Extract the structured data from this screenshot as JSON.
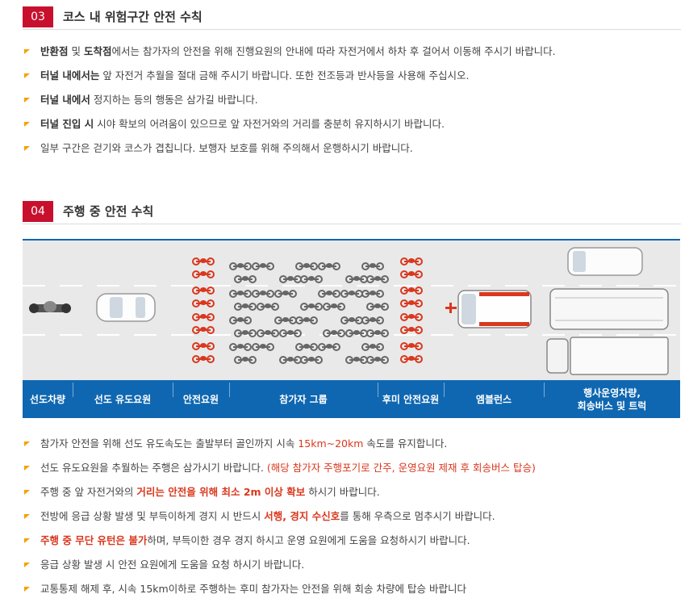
{
  "section3": {
    "number": "03",
    "title": "코스 내 위험구간 안전 수칙",
    "items": [
      {
        "bold": "반환점",
        "mid": " 및 ",
        "bold2": "도착점",
        "rest": "에서는 참가자의 안전을 위해 진행요원의 안내에 따라 자전거에서 하차 후 걸어서 이동해 주시기 바랍니다."
      },
      {
        "bold": "터널 내에서는",
        "rest": " 앞 자전거 추월을 절대 금해 주시기 바랍니다. 또한 전조등과 반사등을 사용해 주십시오."
      },
      {
        "bold": "터널 내에서",
        "rest": " 정지하는 등의 행동은 삼가길 바랍니다."
      },
      {
        "bold": "터널 진입 시",
        "rest": " 시야 확보의 어려움이 있으므로 앞 자전거와의 거리를 충분히 유지하시기 바랍니다."
      },
      {
        "plain": "일부 구간은 걷기와 코스가 겹칩니다. 보행자 보호를 위해 주의해서 운행하시기 바랍니다."
      }
    ]
  },
  "section4": {
    "number": "04",
    "title": "주행 중 안전 수칙",
    "diagram_labels": [
      "선도차량",
      "선도 유도요원",
      "안전요원",
      "참가자 그룹",
      "후미 안전요원",
      "엠블런스",
      "행사운영차량,",
      "회송버스 및 트럭"
    ],
    "items": [
      {
        "a": "참가자 안전을 위해 선도 유도속도는 출발부터 골인까지 시속 ",
        "red": "15km~20km",
        "b": " 속도를 유지합니다."
      },
      {
        "a": "선도 유도요원을 추월하는 주행은 삼가시기 바랍니다. ",
        "red": "(해당 참가자 주행포기로 간주, 운영요원 제재 후 회송버스 탑승)"
      },
      {
        "a": "주행 중 앞 자전거와의 ",
        "redb": "거리는 안전을 위해 최소 2m 이상 확보",
        "b": " 하시기 바랍니다."
      },
      {
        "a": "전방에 응급 상황 발생 및 부득이하게 경지 시 반드시 ",
        "redb": "서행, 경지 수신호",
        "b": "를 통해 우측으로 멈추시기 바랍니다."
      },
      {
        "redb": "주행 중 무단 유턴은 불가",
        "b": "하며, 부득이한 경우 경지 하시고 운영 요원에게 도움을 요청하시기 바랍니다."
      },
      {
        "a": "응급 상황 발생 시 안전 요원에게 도움을 요청 하시기 바랍니다."
      },
      {
        "a": "교통통제 해제 후, 시속 15km이하로 주행하는 후미 참가자는 안전을 위해 회송 차량에 탑승 바랍니다"
      }
    ]
  },
  "colors": {
    "badge": "#c8102e",
    "bullet": "#f5a000",
    "highlight": "#d9381e",
    "diagram_bar": "#0f67b1"
  }
}
